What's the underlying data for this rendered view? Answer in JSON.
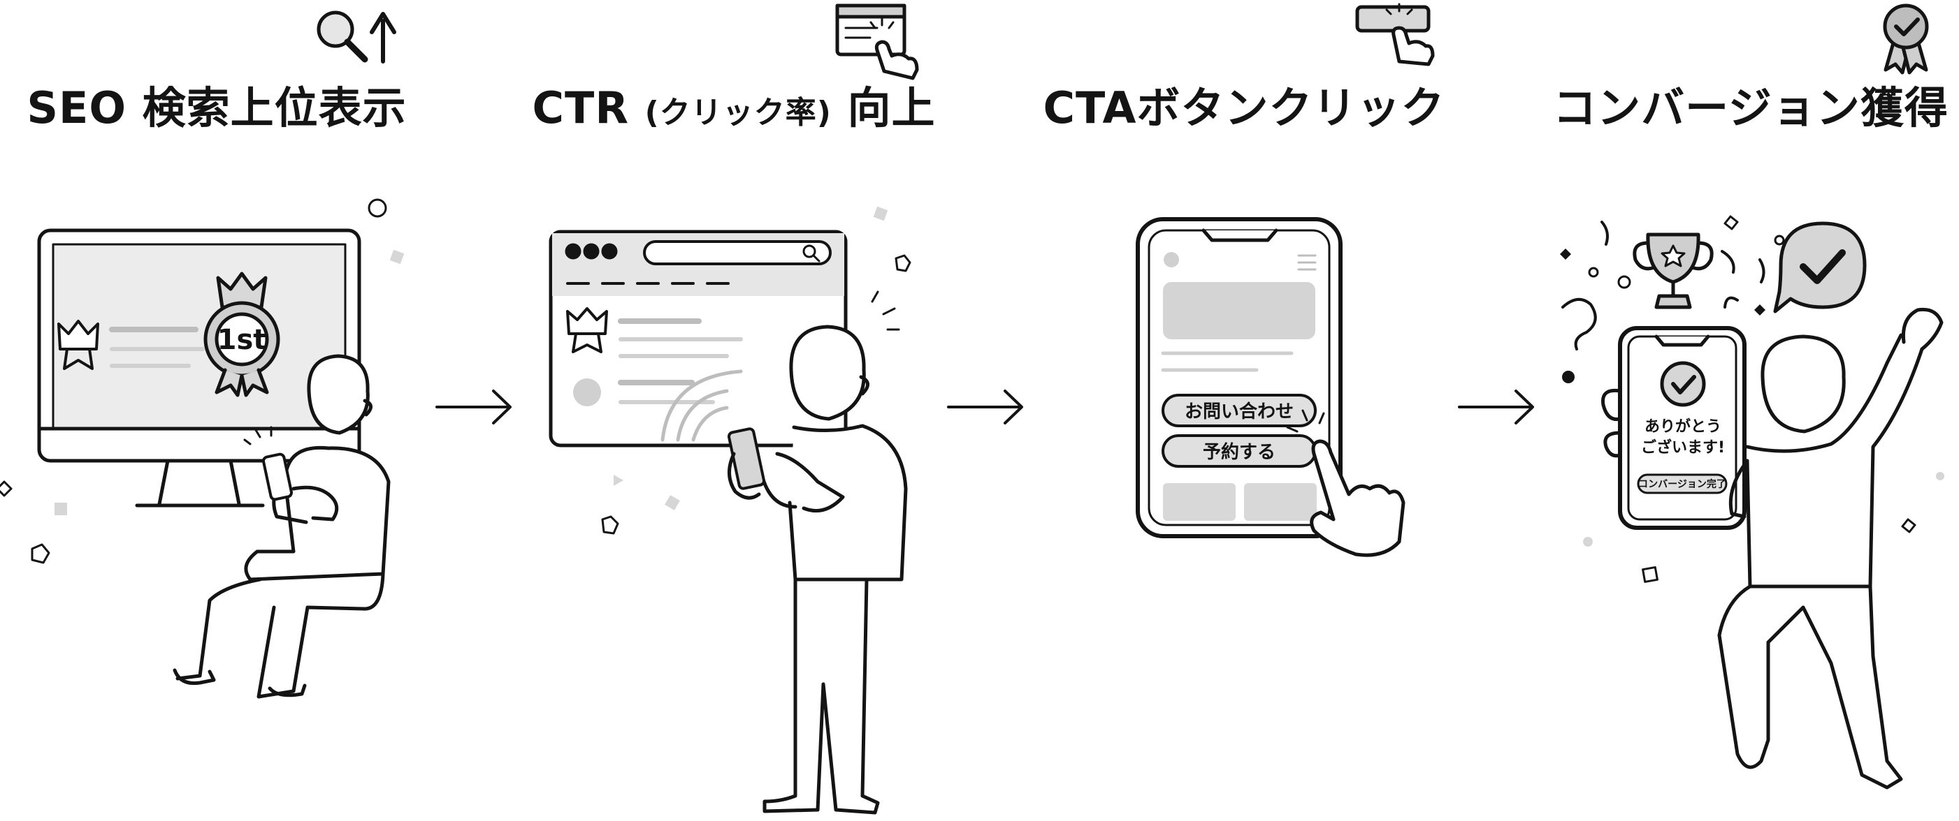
{
  "steps": [
    {
      "id": "seo",
      "title": "SEO 検索上位表示",
      "badge": "1st",
      "icon": "search-up-icon"
    },
    {
      "id": "ctr",
      "title_main": "CTR ",
      "title_paren": "(クリック率)",
      "title_end": " 向上",
      "icon": "browser-click-icon"
    },
    {
      "id": "cta",
      "title": "CTAボタンクリック",
      "icon": "button-tap-icon",
      "buttons": [
        "お問い合わせ",
        "予約する"
      ]
    },
    {
      "id": "cv",
      "title": "コンバージョン獲得",
      "icon": "award-check-icon",
      "phone_message_1": "ありがとう",
      "phone_message_2": "ございます!",
      "phone_badge": "コンバージョン完了"
    }
  ],
  "colors": {
    "ink": "#141414",
    "gray": "#d4d4d4",
    "light": "#ececec",
    "mid": "#9a9a9a"
  }
}
